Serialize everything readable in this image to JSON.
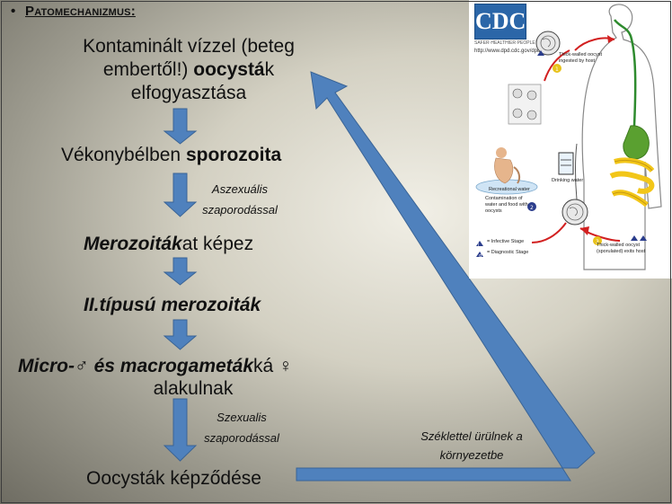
{
  "heading": {
    "bullet": "•",
    "text": "Patomechanizmus:"
  },
  "steps": {
    "s1_line1": "Kontaminált vízzel (beteg",
    "s1_line2_pre": "embertől!) ",
    "s1_line2_bold": "oocystá",
    "s1_line2_post": "k",
    "s1_line3": "elfogyasztása",
    "s2_pre": "Vékonybélben ",
    "s2_bold": "sporozoita",
    "s3_bold": "Merozoiták",
    "s3_post": "at képez",
    "s4": "II.típusú merozoiták",
    "s5_bold1": "Micro-",
    "s5_male": "♂",
    "s5_bold2": " és macrogameták",
    "s5_post": "ká ",
    "s5_female": "♀",
    "s5_line2": "alakulnak",
    "s6": "Oocysták képződése"
  },
  "notes": {
    "asex_1": "Aszexuális",
    "asex_2": "szaporodással",
    "sex_1": "Szexualis",
    "sex_2": "szaporodással",
    "out_1": "Széklettel ürülnek a",
    "out_2": "környezetbe"
  },
  "cdc": {
    "logo": "CDC",
    "tagline": "SAFER·HEALTHIER·PEOPLE™",
    "url": "http://www.dpd.cdc.gov/dpdx",
    "label_ingested": "Thick-walled oocyst ingested by host",
    "label_recreational": "Recreational water",
    "label_drinking": "Drinking water",
    "label_contamination": "Contamination of water and food with oocysts",
    "label_exits": "Thick-walled oocyst (sporulated) exits host",
    "legend_infective": "= Infective Stage",
    "legend_diagnostic": "= Diagnostic Stage"
  },
  "colors": {
    "arrow": "#4f81bd",
    "arrow_edge": "#3a6496",
    "cdc_blue": "#2b66a8",
    "cycle_red": "#d22020"
  }
}
